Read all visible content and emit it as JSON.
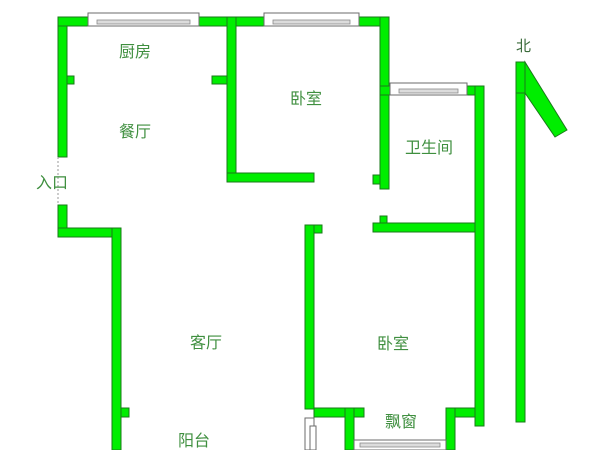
{
  "floorplan": {
    "rooms": {
      "kitchen": "厨房",
      "dining": "餐厅",
      "entrance": "入口",
      "bedroom_north": "卧室",
      "bathroom": "卫生间",
      "living_room": "客厅",
      "bedroom_south": "卧室",
      "bay_window": "飘窗",
      "balcony": "阳台"
    },
    "compass": {
      "label": "北",
      "icon": "north-arrow-icon"
    },
    "colors": {
      "wall_fill": "#00ee00",
      "wall_stroke": "#1a7a1a",
      "label_text": "#3f8f3f",
      "window_frame": "#6b6b6b"
    }
  }
}
